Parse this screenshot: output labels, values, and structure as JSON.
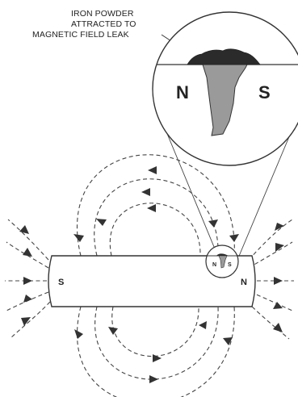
{
  "callout": {
    "line1": "IRON POWDER",
    "line2": "ATTRACTED TO",
    "line3": "MAGNETIC FIELD LEAK"
  },
  "magnified_view": {
    "left_pole": "N",
    "right_pole": "S"
  },
  "bar_magnet": {
    "left_pole": "S",
    "right_pole": "N"
  },
  "crack_inset": {
    "left_pole": "N",
    "right_pole": "S"
  },
  "colors": {
    "ink": "#333333",
    "crack_fill": "#9a9a9a",
    "powder": "#2b2b2b"
  }
}
